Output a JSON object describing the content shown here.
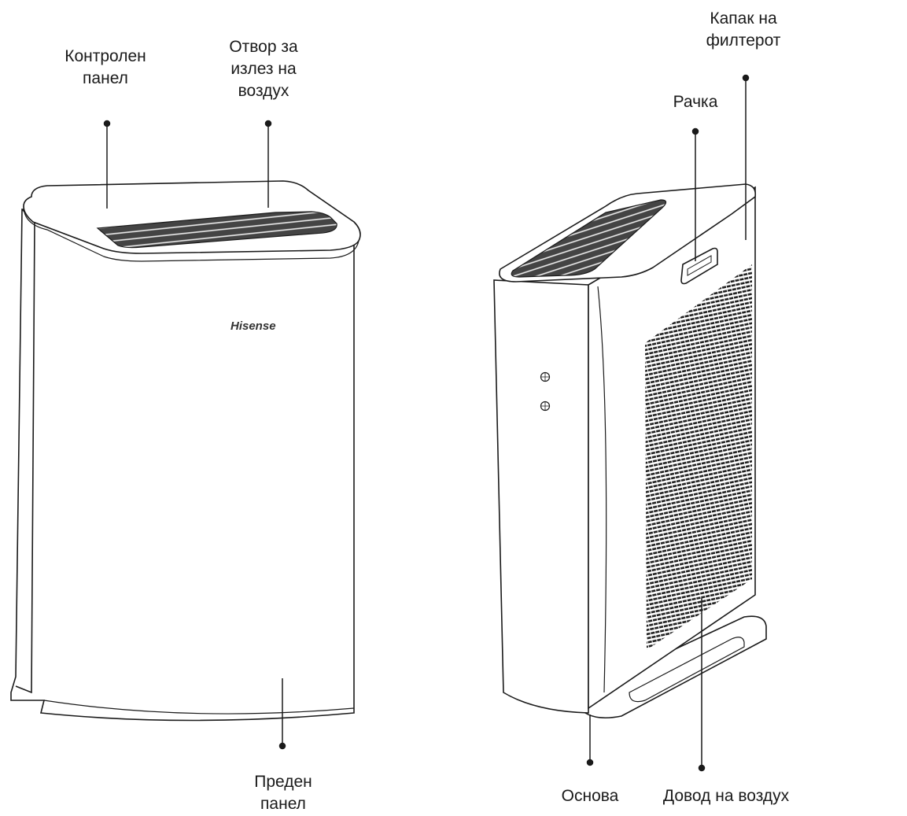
{
  "labels": {
    "control_panel": [
      "Контролен",
      "панел"
    ],
    "air_outlet": [
      "Отвор за",
      "излез на",
      "воздух"
    ],
    "filter_cover": [
      "Капак на",
      "филтерот"
    ],
    "handle": [
      "Рачка"
    ],
    "front_panel": [
      "Преден",
      "панел"
    ],
    "base": [
      "Основа"
    ],
    "air_inlet": [
      "Довод на воздух"
    ]
  },
  "brand": "Hisense",
  "colors": {
    "line": "#1a1a1a",
    "grille": "#2a2a2a",
    "body": "#ffffff"
  }
}
